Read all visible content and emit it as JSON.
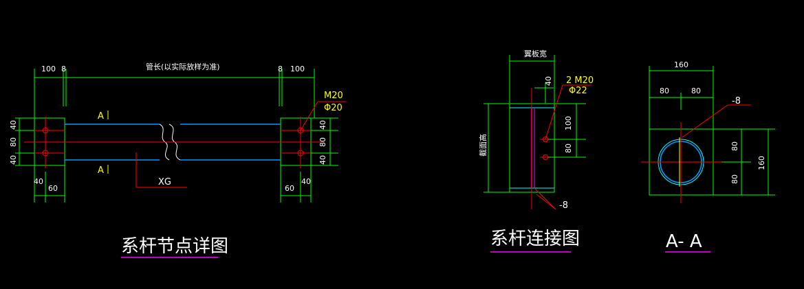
{
  "drawing1": {
    "title": "系杆节点详图",
    "pipe_length_label": "管长(以实际放样为准)",
    "dims_top": [
      "100",
      "8",
      "8",
      "100"
    ],
    "dims_left": [
      "40",
      "80",
      "40"
    ],
    "dims_right": [
      "40",
      "80",
      "40"
    ],
    "dims_bottom_left": [
      "40",
      "60"
    ],
    "dims_bottom_right": [
      "60",
      "40"
    ],
    "bolt_label": "M20",
    "hole_label": "Φ20",
    "section_mark": "A",
    "member_label": "XG"
  },
  "drawing2": {
    "title": "系杆连接图",
    "width_label": "翼板宽",
    "height_label": "截面高",
    "dim_top": "40",
    "dims_right": [
      "100",
      "80"
    ],
    "bolt_label": "2 M20",
    "hole_label": "Φ22",
    "plate_label": "-8"
  },
  "drawing3": {
    "title": "A- A",
    "dim_top": "160",
    "dims_top_split": [
      "80",
      "80"
    ],
    "dims_right": [
      "80",
      "80"
    ],
    "dim_right_total": "160",
    "plate_label": "-8"
  },
  "colors": {
    "background": "#000000",
    "dimension": "#00ff00",
    "centerline": "#ff0000",
    "pipe": "#0099ff",
    "text": "#ffffff",
    "annotation": "#ffff00",
    "underline": "#ff00ff"
  }
}
